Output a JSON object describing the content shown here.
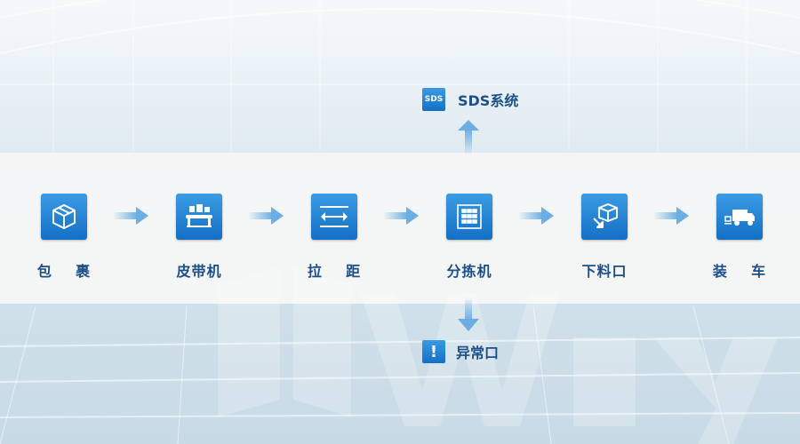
{
  "top": {
    "badge": "SDS",
    "label": "SDS系统"
  },
  "bottom": {
    "badge": "!",
    "label": "异常口"
  },
  "flow": [
    {
      "label": "包    裹",
      "icon": "package-icon"
    },
    {
      "label": "皮带机",
      "icon": "conveyor-icon"
    },
    {
      "label": "拉    距",
      "icon": "spacing-icon"
    },
    {
      "label": "分拣机",
      "icon": "sorter-icon"
    },
    {
      "label": "下料口",
      "icon": "chute-icon"
    },
    {
      "label": "装    车",
      "icon": "truck-icon"
    }
  ],
  "colors": {
    "accent": "#1a7ad0",
    "label": "#1d4f8a",
    "arrow": "#6aaee3"
  }
}
